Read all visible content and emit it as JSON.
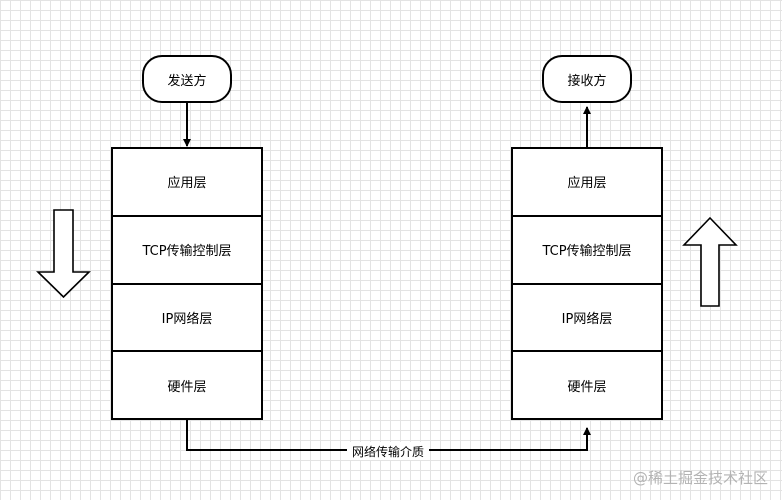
{
  "sender": {
    "label": "发送方",
    "layers": [
      "应用层",
      "TCP传输控制层",
      "IP网络层",
      "硬件层"
    ]
  },
  "receiver": {
    "label": "接收方",
    "layers": [
      "应用层",
      "TCP传输控制层",
      "IP网络层",
      "硬件层"
    ]
  },
  "medium_label": "网络传输介质",
  "watermark": "@稀土掘金技术社区",
  "icons": {
    "send_direction": "arrow-down-icon",
    "receive_direction": "arrow-up-icon"
  },
  "colors": {
    "line": "#000000",
    "grid": "#e3e3e3",
    "watermark": "#b3b3b3"
  }
}
